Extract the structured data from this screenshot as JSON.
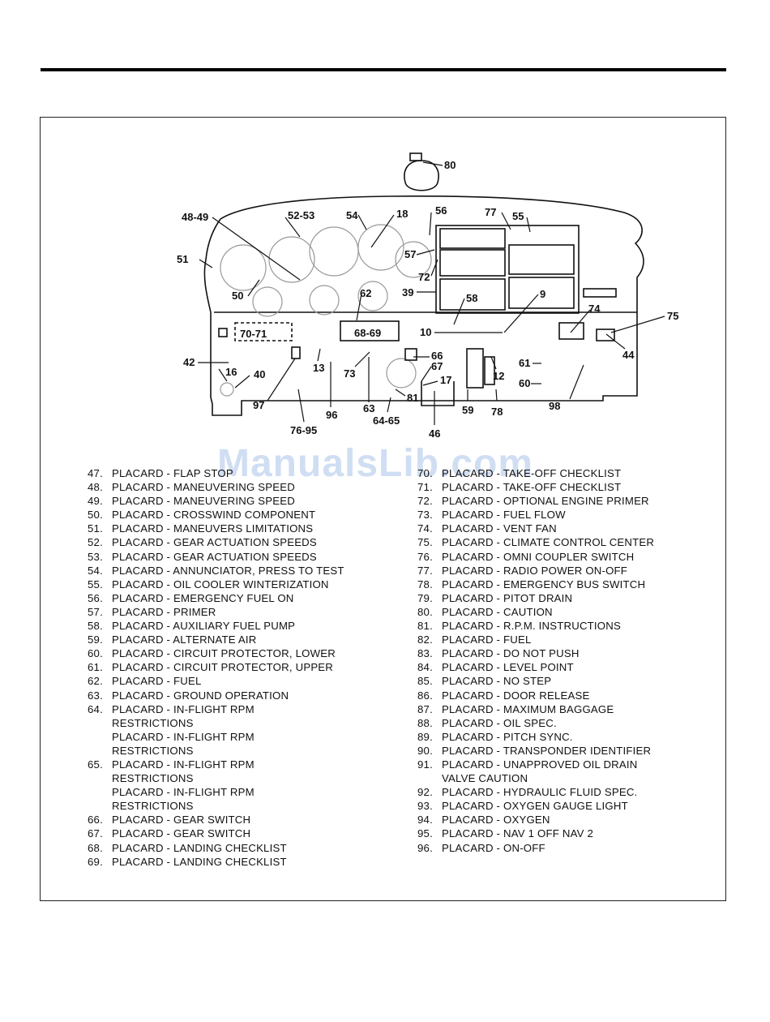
{
  "watermark": "ManualsLib.com",
  "diagram": {
    "callouts": [
      "80",
      "48-49",
      "52-53",
      "54",
      "18",
      "56",
      "77",
      "55",
      "51",
      "57",
      "72",
      "50",
      "62",
      "39",
      "58",
      "9",
      "74",
      "75",
      "70-71",
      "68-69",
      "10",
      "44",
      "42",
      "16",
      "40",
      "13",
      "73",
      "66",
      "67",
      "61",
      "12",
      "17",
      "60",
      "97",
      "96",
      "63",
      "64-65",
      "81",
      "59",
      "78",
      "98",
      "76-95",
      "46"
    ]
  },
  "list_left": [
    {
      "num": "47.",
      "text": "PLACARD - FLAP STOP",
      "cont": []
    },
    {
      "num": "48.",
      "text": "PLACARD - MANEUVERING SPEED",
      "cont": []
    },
    {
      "num": "49.",
      "text": "PLACARD - MANEUVERING SPEED",
      "cont": []
    },
    {
      "num": "50.",
      "text": "PLACARD - CROSSWIND COMPONENT",
      "cont": []
    },
    {
      "num": "51.",
      "text": "PLACARD - MANEUVERS LIMITATIONS",
      "cont": []
    },
    {
      "num": "52.",
      "text": "PLACARD - GEAR ACTUATION SPEEDS",
      "cont": []
    },
    {
      "num": "53.",
      "text": "PLACARD - GEAR ACTUATION SPEEDS",
      "cont": []
    },
    {
      "num": "54.",
      "text": "PLACARD - ANNUNCIATOR, PRESS TO TEST",
      "cont": []
    },
    {
      "num": "55.",
      "text": "PLACARD - OIL COOLER WINTERIZATION",
      "cont": []
    },
    {
      "num": "56.",
      "text": "PLACARD - EMERGENCY FUEL ON",
      "cont": []
    },
    {
      "num": "57.",
      "text": "PLACARD - PRIMER",
      "cont": []
    },
    {
      "num": "58.",
      "text": "PLACARD - AUXILIARY FUEL PUMP",
      "cont": []
    },
    {
      "num": "59.",
      "text": "PLACARD - ALTERNATE AIR",
      "cont": []
    },
    {
      "num": "60.",
      "text": "PLACARD - CIRCUIT PROTECTOR, LOWER",
      "cont": []
    },
    {
      "num": "61.",
      "text": "PLACARD - CIRCUIT PROTECTOR, UPPER",
      "cont": []
    },
    {
      "num": "62.",
      "text": "PLACARD - FUEL",
      "cont": []
    },
    {
      "num": "63.",
      "text": "PLACARD - GROUND OPERATION",
      "cont": []
    },
    {
      "num": "64.",
      "text": "PLACARD - IN-FLIGHT RPM",
      "cont": [
        "RESTRICTIONS",
        "PLACARD - IN-FLIGHT RPM",
        "RESTRICTIONS"
      ]
    },
    {
      "num": "65.",
      "text": "PLACARD - IN-FLIGHT RPM",
      "cont": [
        "RESTRICTIONS",
        "PLACARD - IN-FLIGHT RPM",
        "RESTRICTIONS"
      ]
    },
    {
      "num": "66.",
      "text": "PLACARD - GEAR SWITCH",
      "cont": []
    },
    {
      "num": "67.",
      "text": "PLACARD - GEAR SWITCH",
      "cont": []
    },
    {
      "num": "68.",
      "text": "PLACARD - LANDING CHECKLIST",
      "cont": []
    },
    {
      "num": "69.",
      "text": "PLACARD - LANDING CHECKLIST",
      "cont": []
    }
  ],
  "list_right": [
    {
      "num": "70.",
      "text": "PLACARD - TAKE-OFF CHECKLIST",
      "cont": []
    },
    {
      "num": "71.",
      "text": "PLACARD - TAKE-OFF CHECKLIST",
      "cont": []
    },
    {
      "num": "72.",
      "text": "PLACARD - OPTIONAL ENGINE PRIMER",
      "cont": []
    },
    {
      "num": "73.",
      "text": "PLACARD - FUEL FLOW",
      "cont": []
    },
    {
      "num": "74.",
      "text": "PLACARD - VENT FAN",
      "cont": []
    },
    {
      "num": "75.",
      "text": "PLACARD - CLIMATE CONTROL CENTER",
      "cont": []
    },
    {
      "num": "76.",
      "text": "PLACARD - OMNI COUPLER SWITCH",
      "cont": []
    },
    {
      "num": "77.",
      "text": "PLACARD - RADIO POWER ON-OFF",
      "cont": []
    },
    {
      "num": "78.",
      "text": "PLACARD - EMERGENCY BUS SWITCH",
      "cont": []
    },
    {
      "num": "79.",
      "text": "PLACARD - PITOT DRAIN",
      "cont": []
    },
    {
      "num": "80.",
      "text": "PLACARD - CAUTION",
      "cont": []
    },
    {
      "num": "81.",
      "text": "PLACARD - R.P.M. INSTRUCTIONS",
      "cont": []
    },
    {
      "num": "82.",
      "text": "PLACARD - FUEL",
      "cont": []
    },
    {
      "num": "83.",
      "text": "PLACARD - DO NOT PUSH",
      "cont": []
    },
    {
      "num": "84.",
      "text": "PLACARD - LEVEL POINT",
      "cont": []
    },
    {
      "num": "85.",
      "text": "PLACARD - NO STEP",
      "cont": []
    },
    {
      "num": "86.",
      "text": "PLACARD - DOOR RELEASE",
      "cont": []
    },
    {
      "num": "87.",
      "text": "PLACARD - MAXIMUM BAGGAGE",
      "cont": []
    },
    {
      "num": "88.",
      "text": "PLACARD - OIL SPEC.",
      "cont": []
    },
    {
      "num": "89.",
      "text": "PLACARD - PITCH SYNC.",
      "cont": []
    },
    {
      "num": "90.",
      "text": "PLACARD - TRANSPONDER IDENTIFIER",
      "cont": []
    },
    {
      "num": "91.",
      "text": "PLACARD - UNAPPROVED OIL DRAIN",
      "cont": [
        "VALVE CAUTION"
      ]
    },
    {
      "num": "92.",
      "text": "PLACARD - HYDRAULIC FLUID SPEC.",
      "cont": []
    },
    {
      "num": "93.",
      "text": "PLACARD - OXYGEN GAUGE LIGHT",
      "cont": []
    },
    {
      "num": "94.",
      "text": "PLACARD - OXYGEN",
      "cont": []
    },
    {
      "num": "95.",
      "text": "PLACARD - NAV 1 OFF NAV 2",
      "cont": []
    },
    {
      "num": "96.",
      "text": "PLACARD - ON-OFF",
      "cont": []
    }
  ]
}
